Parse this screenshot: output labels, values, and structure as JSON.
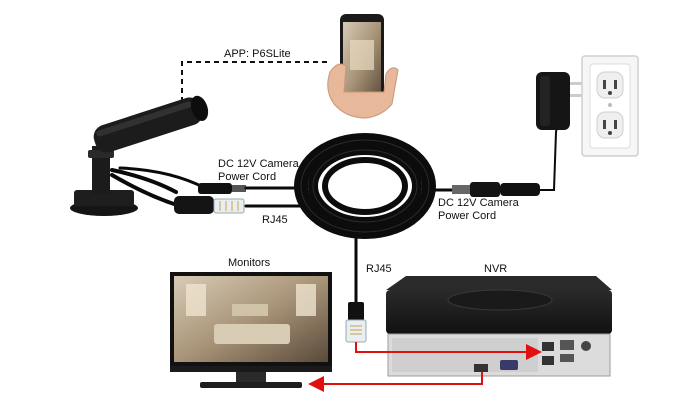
{
  "labels": {
    "app": "APP: P6SLite",
    "dc_left_line1": "DC 12V Camera",
    "dc_left_line2": "Power Cord",
    "rj45_left": "RJ45",
    "dc_right_line1": "DC 12V Camera",
    "dc_right_line2": "Power Cord",
    "rj45_bottom": "RJ45",
    "nvr": "NVR",
    "monitors": "Monitors"
  },
  "colors": {
    "cable": "#0a0a0a",
    "device_dark": "#1b1b1b",
    "arrow": "#e01010",
    "wall": "#f4f4f4",
    "dashed": "#111111"
  },
  "icons": {
    "phone": "smartphone-icon",
    "camera": "bullet-camera-icon",
    "adapter": "power-adapter-icon",
    "outlet": "wall-outlet-icon",
    "cable_reel": "cable-coil-icon",
    "nvr": "nvr-box-icon",
    "monitor": "monitor-icon"
  }
}
